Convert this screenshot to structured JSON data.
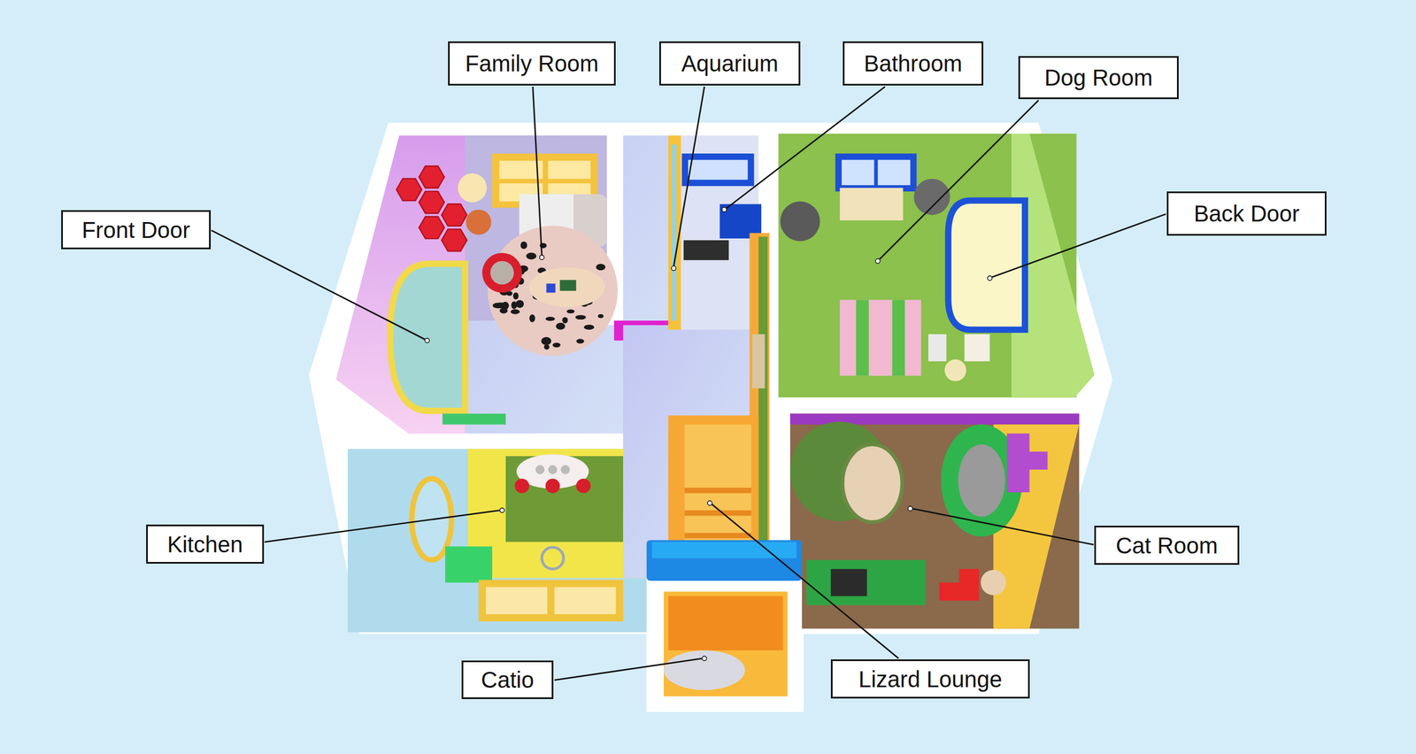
{
  "diagram": {
    "nodes": [
      {
        "text": [
          "Family Room"
        ]
      },
      {
        "text": [
          "Aquarium"
        ]
      },
      {
        "text": [
          "Bathroom"
        ]
      },
      {
        "text": [
          "Dog Room"
        ]
      },
      {
        "text": [
          "Front Door"
        ]
      },
      {
        "text": [
          "Back Door"
        ]
      },
      {
        "text": [
          "Kitchen"
        ]
      },
      {
        "text": [
          "Cat Room"
        ]
      },
      {
        "text": [
          "Catio"
        ]
      },
      {
        "text": [
          "Lizard Lounge"
        ]
      }
    ]
  }
}
